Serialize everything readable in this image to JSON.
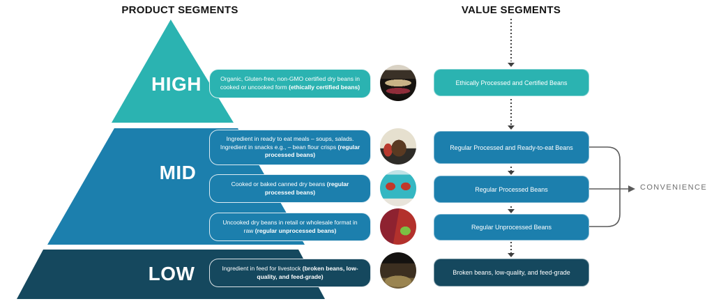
{
  "titles": {
    "left": "PRODUCT SEGMENTS",
    "right": "VALUE SEGMENTS"
  },
  "colors": {
    "teal": "#2BB3B1",
    "blue": "#1C7FAD",
    "navy": "#15485E",
    "arrow": "#3F3F3F",
    "bracket": "#5A5A5A",
    "convenience_text": "#6F6F6F"
  },
  "pyramid": {
    "high_label": "HIGH",
    "mid_label": "MID",
    "low_label": "LOW"
  },
  "product_segments": [
    {
      "tier": "high",
      "text": "Organic, Gluten-free, non-GMO certified dry beans in cooked or uncooked form ",
      "bold": "(ethically certified beans)"
    },
    {
      "tier": "mid",
      "text": "Ingredient in ready to eat meals – soups, salads. Ingredient in snacks e.g., – bean flour crisps ",
      "bold": "(regular processed beans)"
    },
    {
      "tier": "mid",
      "text": "Cooked or baked canned dry beans ",
      "bold": "(regular processed beans)"
    },
    {
      "tier": "mid",
      "text": "Uncooked dry beans in retail or wholesale format in raw ",
      "bold": "(regular unprocessed beans)"
    },
    {
      "tier": "low",
      "text": "Ingredient in feed for livestock ",
      "bold": "(broken beans, low-quality, and feed-grade)"
    }
  ],
  "photos": [
    {
      "name": "certified-beans-jars-photo"
    },
    {
      "name": "bean-snack-pack-photo"
    },
    {
      "name": "heinz-beanz-cans-photo"
    },
    {
      "name": "dry-bean-packs-photo"
    },
    {
      "name": "livestock-cattle-photo"
    }
  ],
  "value_segments": [
    {
      "label": "Ethically Processed and Certified Beans"
    },
    {
      "label": "Regular Processed and Ready-to-eat Beans"
    },
    {
      "label": "Regular Processed Beans"
    },
    {
      "label": "Regular Unprocessed Beans"
    },
    {
      "label": "Broken beans, low-quality, and feed-grade"
    }
  ],
  "convenience_label": "CONVENIENCE"
}
